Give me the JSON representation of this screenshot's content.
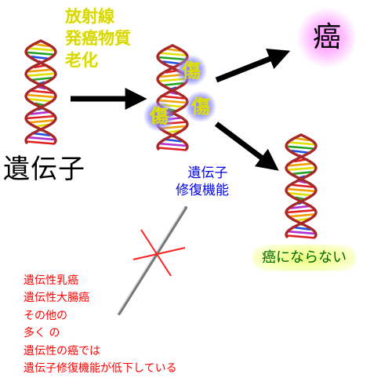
{
  "labels": {
    "causes": [
      "放射線",
      "発癌物質",
      "老化"
    ],
    "gene": "遺伝子",
    "damage": "傷",
    "cancer": "癌",
    "repair": [
      "遺伝子",
      "修復機能"
    ],
    "no_cancer": "癌にならない",
    "note": [
      "遺伝性乳癌",
      "遺伝性大腸癌",
      "その他の",
      "多く の",
      "遺伝性の癌では",
      "遺伝子修復機能が低下している"
    ]
  },
  "icons": {
    "dna": "dna-double-helix-icon",
    "arrow": "arrow-icon",
    "cross": "cross-mark-icon",
    "line": "broken-line-icon"
  },
  "colors": {
    "causes_text": "#d8d800",
    "damage_text": "#e0e000",
    "damage_glow": "#7070ff",
    "repair_text": "#0000ee",
    "note_text": "#ff0000",
    "cross": "#ff2020",
    "cancer_glow": "#ff99ff",
    "no_cancer_text": "#006600",
    "no_cancer_glow": "#eeff88",
    "helix_strand": "#a82828",
    "rungs": [
      "#e02020",
      "#f0a000",
      "#e0e000",
      "#20a020",
      "#2050e0",
      "#b030d0"
    ]
  }
}
